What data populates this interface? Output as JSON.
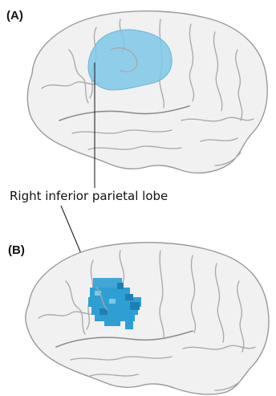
{
  "panels": [
    {
      "label": "(A)",
      "region_style": "smooth",
      "region_color": "#7fc7e8"
    },
    {
      "label": "(B)",
      "region_style": "voxel",
      "region_color": "#2f9fd3"
    }
  ],
  "callout": {
    "text": "Right inferior parietal lobe"
  }
}
